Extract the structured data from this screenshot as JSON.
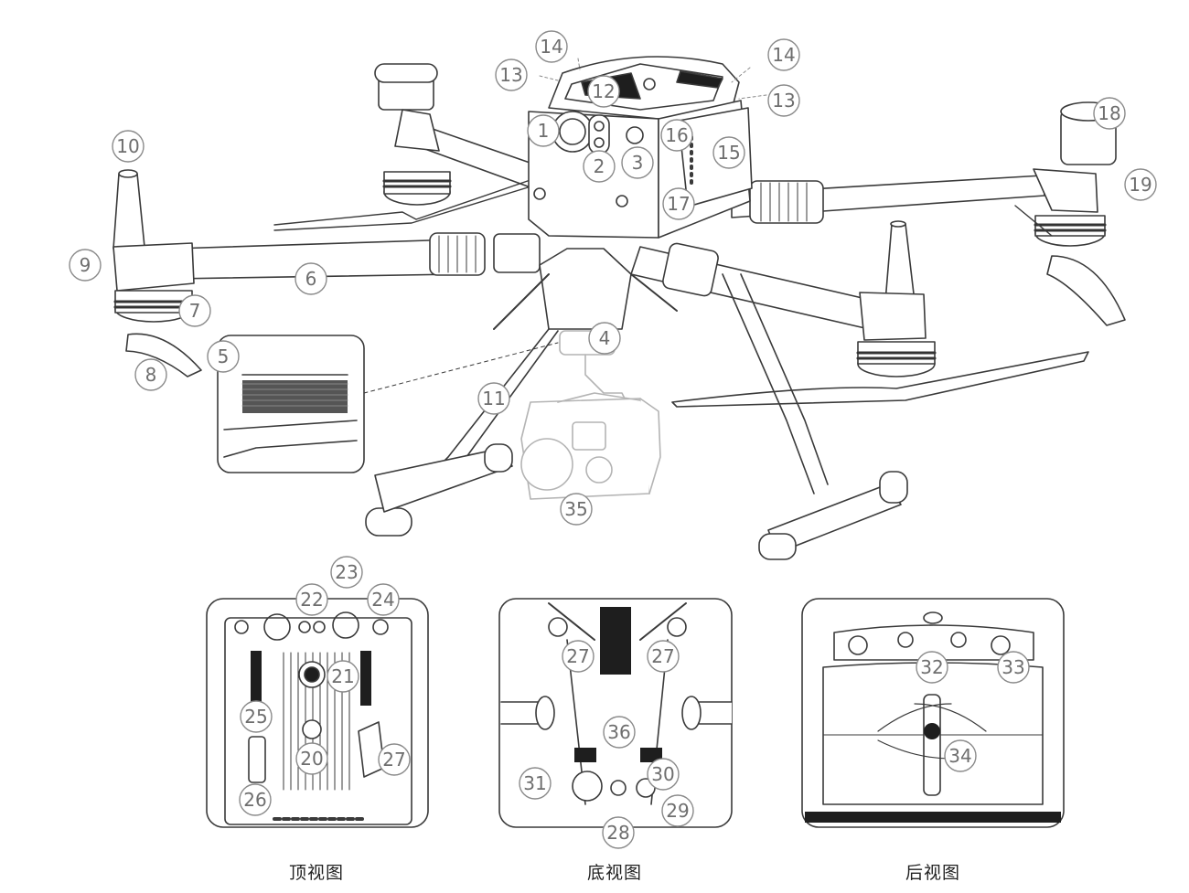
{
  "captions": {
    "top_view": "顶视图",
    "bottom_view": "底视图",
    "rear_view": "后视图"
  },
  "callouts": {
    "main": [
      "1",
      "2",
      "3",
      "4",
      "5",
      "6",
      "7",
      "8",
      "9",
      "10",
      "11",
      "12",
      "13",
      "13",
      "14",
      "14",
      "15",
      "16",
      "17",
      "18",
      "19",
      "35"
    ],
    "top_view": [
      "20",
      "21",
      "22",
      "23",
      "24",
      "25",
      "26",
      "27"
    ],
    "bottom_view": [
      "27",
      "27",
      "28",
      "29",
      "30",
      "31",
      "36"
    ],
    "rear_view": [
      "32",
      "33",
      "34"
    ]
  },
  "colors": {
    "line": "#3a3a3a",
    "callout": "#8a8a8a",
    "gimbal": "#b4b4b4",
    "dark_fill": "#1e1e1e"
  }
}
